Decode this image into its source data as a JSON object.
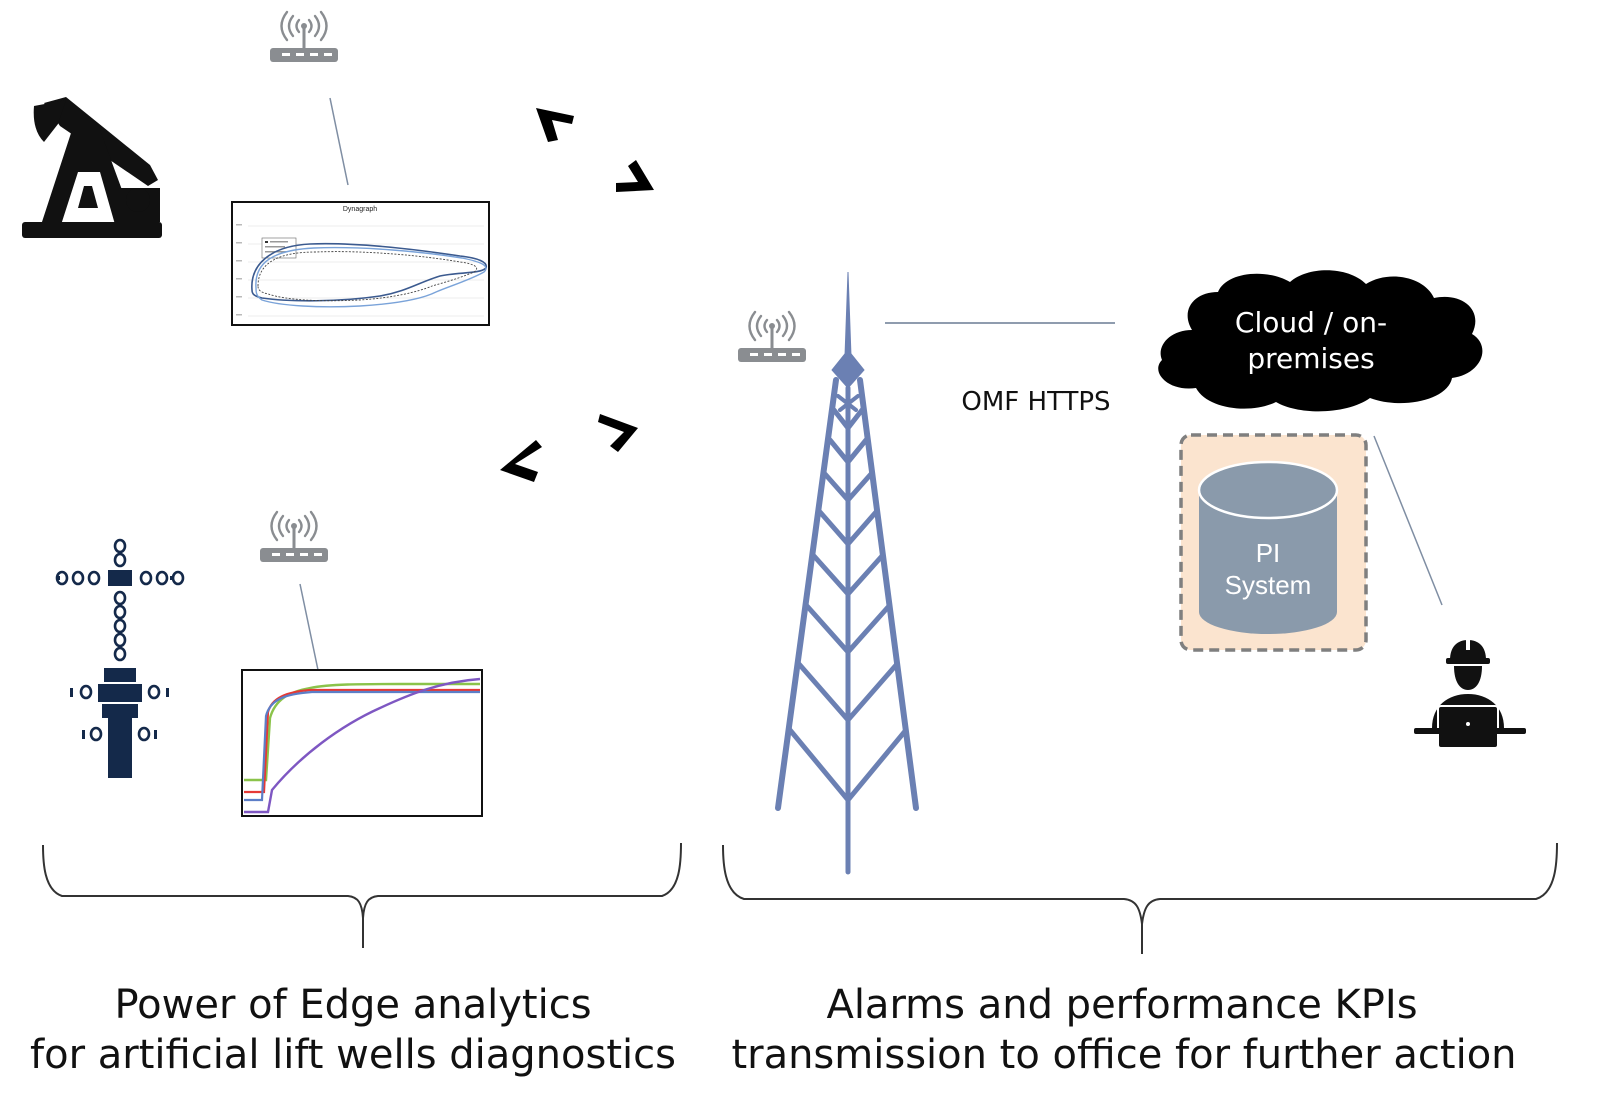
{
  "captions": {
    "left": {
      "line1": "Power of Edge analytics",
      "line2": "for artificial lift wells diagnostics"
    },
    "right": {
      "line1": "Alarms and performance KPIs",
      "line2": "transmission to office for further action"
    }
  },
  "link": {
    "protocol_label": "OMF HTTPS"
  },
  "cloud": {
    "line1": "Cloud / on-",
    "line2": "premises"
  },
  "pi_system": {
    "line1": "PI",
    "line2": "System"
  },
  "dynagraph": {
    "title": "Dynagraph"
  },
  "icons": {
    "pump_jack": "pump-jack-icon",
    "wellhead": "wellhead-icon",
    "router": "wifi-router-icon",
    "tower": "radio-tower-icon",
    "database": "database-icon",
    "engineer": "engineer-laptop-icon"
  },
  "colors": {
    "icon_dark": "#111111",
    "wellhead_navy": "#14294a",
    "router_gray": "#8a8d91",
    "tower_blue": "#6b80b3",
    "connector": "#7f8ea3",
    "pi_box_fill": "#fbe4cf",
    "pi_box_border": "#7f7f7f",
    "db_fill": "#8a9aab",
    "cloud_fill": "#000000"
  }
}
